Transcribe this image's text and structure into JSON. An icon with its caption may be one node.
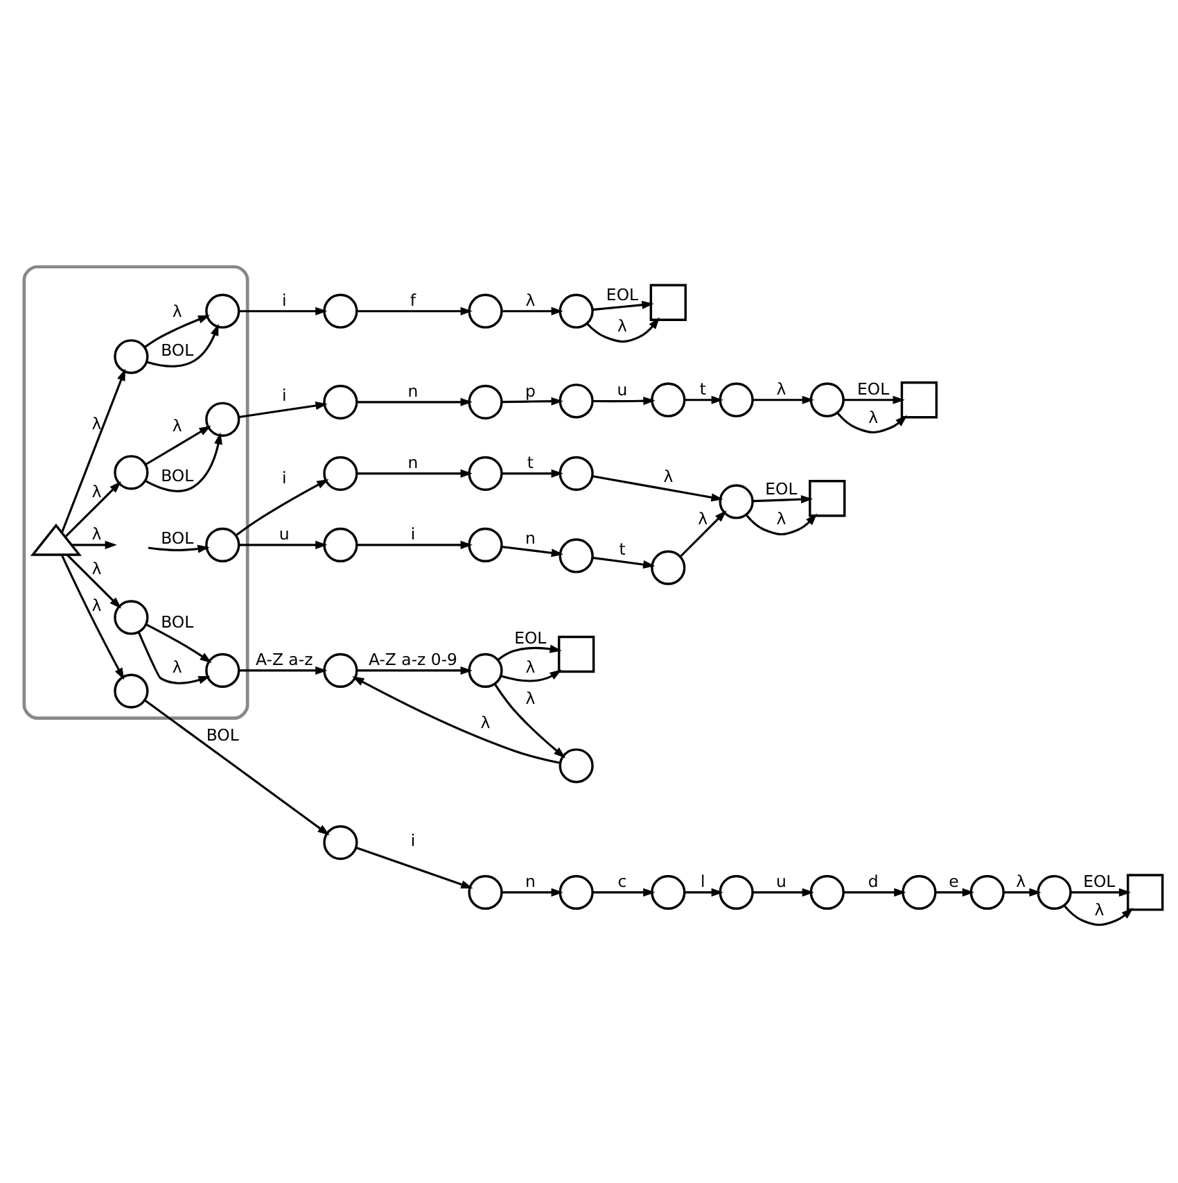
{
  "diagram": {
    "nodes": [
      {
        "text": [],
        "shape": "region"
      },
      {
        "text": [],
        "shape": "circle",
        "in": 0
      },
      {
        "text": [],
        "shape": "circle",
        "in": 0
      },
      {
        "text": [],
        "shape": "circle"
      },
      {
        "text": [],
        "shape": "circle"
      },
      {
        "text": [],
        "shape": "circle"
      },
      {
        "text": [],
        "shape": "box"
      },
      {
        "text": [],
        "shape": "circle",
        "in": 0
      },
      {
        "text": [],
        "shape": "circle",
        "in": 0
      },
      {
        "text": [],
        "shape": "circle"
      },
      {
        "text": [],
        "shape": "circle"
      },
      {
        "text": [],
        "shape": "circle"
      },
      {
        "text": [],
        "shape": "circle"
      },
      {
        "text": [],
        "shape": "circle"
      },
      {
        "text": [],
        "shape": "circle"
      },
      {
        "text": [],
        "shape": "box"
      },
      {
        "text": [],
        "shape": "circle",
        "in": 0
      },
      {
        "text": [],
        "shape": "circle"
      },
      {
        "text": [],
        "shape": "circle"
      },
      {
        "text": [],
        "shape": "circle"
      },
      {
        "text": [],
        "shape": "circle"
      },
      {
        "text": [],
        "shape": "box"
      },
      {
        "text": [],
        "shape": "circle"
      },
      {
        "text": [],
        "shape": "circle"
      },
      {
        "text": [],
        "shape": "circle"
      },
      {
        "text": [],
        "shape": "circle"
      },
      {
        "text": [],
        "shape": "triangle",
        "in": 0
      },
      {
        "text": [],
        "shape": "circle",
        "in": 0
      },
      {
        "text": [],
        "shape": "circle"
      },
      {
        "text": [],
        "shape": "circle"
      },
      {
        "text": [],
        "shape": "circle"
      },
      {
        "text": [],
        "shape": "circle"
      },
      {
        "text": [],
        "shape": "circle"
      },
      {
        "text": [],
        "shape": "circle"
      },
      {
        "text": [],
        "shape": "circle"
      },
      {
        "text": [],
        "shape": "circle"
      },
      {
        "text": [],
        "shape": "circle"
      },
      {
        "text": [],
        "shape": "box"
      },
      {
        "text": [],
        "shape": "circle",
        "in": 0
      },
      {
        "text": [],
        "shape": "circle",
        "in": 0
      },
      {
        "text": [],
        "shape": "circle"
      },
      {
        "text": [],
        "shape": "circle"
      },
      {
        "text": [],
        "shape": "box"
      },
      {
        "text": [],
        "shape": "circle"
      }
    ],
    "edges": [
      {
        "from": 26,
        "to": 1,
        "arrow": "to",
        "label": "λ"
      },
      {
        "from": 26,
        "to": 7,
        "arrow": "to",
        "label": "λ"
      },
      {
        "from": 26,
        "to": null,
        "arrow": "to",
        "label": "λ"
      },
      {
        "from": 26,
        "to": 27,
        "arrow": "to",
        "label": "λ"
      },
      {
        "from": 26,
        "to": 38,
        "arrow": "to",
        "label": "λ"
      },
      {
        "from": 1,
        "to": 2,
        "arrow": "to",
        "label": "BOL"
      },
      {
        "from": 1,
        "to": 2,
        "arrow": "to",
        "label": "λ"
      },
      {
        "from": 2,
        "to": 3,
        "arrow": "to",
        "label": "i"
      },
      {
        "from": 3,
        "to": 4,
        "arrow": "to",
        "label": "f"
      },
      {
        "from": 4,
        "to": 5,
        "arrow": "to",
        "label": "λ"
      },
      {
        "from": 5,
        "to": 6,
        "arrow": "to",
        "label": "EOL"
      },
      {
        "from": 5,
        "to": 6,
        "arrow": "to",
        "label": "λ"
      },
      {
        "from": 7,
        "to": 8,
        "arrow": "to",
        "label": "BOL"
      },
      {
        "from": 7,
        "to": 8,
        "arrow": "to",
        "label": "λ"
      },
      {
        "from": 8,
        "to": 9,
        "arrow": "to",
        "label": "i"
      },
      {
        "from": 9,
        "to": 10,
        "arrow": "to",
        "label": "n"
      },
      {
        "from": 10,
        "to": 11,
        "arrow": "to",
        "label": "p"
      },
      {
        "from": 11,
        "to": 12,
        "arrow": "to",
        "label": "u"
      },
      {
        "from": 12,
        "to": 13,
        "arrow": "to",
        "label": "t"
      },
      {
        "from": 13,
        "to": 14,
        "arrow": "to",
        "label": "λ"
      },
      {
        "from": 14,
        "to": 15,
        "arrow": "to",
        "label": "EOL"
      },
      {
        "from": 14,
        "to": 15,
        "arrow": "to",
        "label": "λ"
      },
      {
        "from": null,
        "to": 16,
        "arrow": "to",
        "label": "BOL"
      },
      {
        "from": 16,
        "to": 17,
        "arrow": "to",
        "label": "i"
      },
      {
        "from": 17,
        "to": 18,
        "arrow": "to",
        "label": "n"
      },
      {
        "from": 18,
        "to": 19,
        "arrow": "to",
        "label": "t"
      },
      {
        "from": 19,
        "to": 20,
        "arrow": "to",
        "label": "λ"
      },
      {
        "from": 20,
        "to": 21,
        "arrow": "to",
        "label": "EOL"
      },
      {
        "from": 20,
        "to": 21,
        "arrow": "to",
        "label": "λ"
      },
      {
        "from": 16,
        "to": 22,
        "arrow": "to",
        "label": "u"
      },
      {
        "from": 22,
        "to": 23,
        "arrow": "to",
        "label": "i"
      },
      {
        "from": 23,
        "to": 24,
        "arrow": "to",
        "label": "n"
      },
      {
        "from": 24,
        "to": 25,
        "arrow": "to",
        "label": "t"
      },
      {
        "from": 25,
        "to": 20,
        "arrow": "to",
        "label": "λ"
      },
      {
        "from": 27,
        "to": 28,
        "arrow": "to",
        "label": "BOL"
      },
      {
        "from": 28,
        "to": 29,
        "arrow": "to",
        "label": "i"
      },
      {
        "from": 29,
        "to": 30,
        "arrow": "to",
        "label": "n"
      },
      {
        "from": 30,
        "to": 31,
        "arrow": "to",
        "label": "c"
      },
      {
        "from": 31,
        "to": 32,
        "arrow": "to",
        "label": "l"
      },
      {
        "from": 32,
        "to": 33,
        "arrow": "to",
        "label": "u"
      },
      {
        "from": 33,
        "to": 34,
        "arrow": "to",
        "label": "d"
      },
      {
        "from": 34,
        "to": 35,
        "arrow": "to",
        "label": "e"
      },
      {
        "from": 35,
        "to": 36,
        "arrow": "to",
        "label": "λ"
      },
      {
        "from": 36,
        "to": 37,
        "arrow": "to",
        "label": "EOL"
      },
      {
        "from": 36,
        "to": 37,
        "arrow": "to",
        "label": "λ"
      },
      {
        "from": 38,
        "to": 39,
        "arrow": "to",
        "label": "BOL"
      },
      {
        "from": 38,
        "to": 39,
        "arrow": "to",
        "label": "λ"
      },
      {
        "from": 39,
        "to": 40,
        "arrow": "to",
        "label": "A-Z a-z"
      },
      {
        "from": 40,
        "to": 41,
        "arrow": "to",
        "label": "A-Z a-z 0-9"
      },
      {
        "from": 41,
        "to": 42,
        "arrow": "to",
        "label": "EOL"
      },
      {
        "from": 41,
        "to": 42,
        "arrow": "to",
        "label": "λ"
      },
      {
        "from": 41,
        "to": 43,
        "arrow": "to",
        "label": "λ"
      },
      {
        "from": 43,
        "to": 40,
        "arrow": "to",
        "label": "λ"
      }
    ]
  }
}
